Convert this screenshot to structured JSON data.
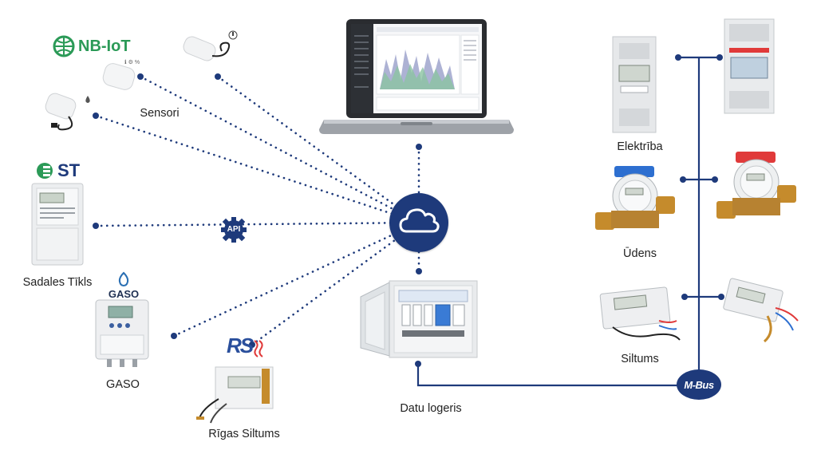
{
  "colors": {
    "navy": "#1e3a7b",
    "green": "#2b9a57",
    "meter_gray": "#d9dbdc",
    "water_blue": "#2d6fd0",
    "water_red": "#e03a3a",
    "brass": "#c58b2c"
  },
  "labels": {
    "sensori": "Sensori",
    "sadales_tikls": "Sadales Tīkls",
    "gaso": "GASO",
    "rigas_siltums": "Rīgas Siltums",
    "datu_logeris": "Datu logeris",
    "elektriba": "Elektrība",
    "udens": "Ūdens",
    "siltums": "Siltums"
  },
  "logos": {
    "nbiot": "NB-IoT",
    "st": "ST",
    "gaso": "GASO",
    "rs": "RS",
    "api": "API",
    "mbus": "M-Bus"
  },
  "icons": {
    "cloud": "cloud-icon",
    "api": "gear-icon",
    "thermometer": "thermometer-icon",
    "droplet": "droplet-icon",
    "flame": "flame-icon"
  }
}
